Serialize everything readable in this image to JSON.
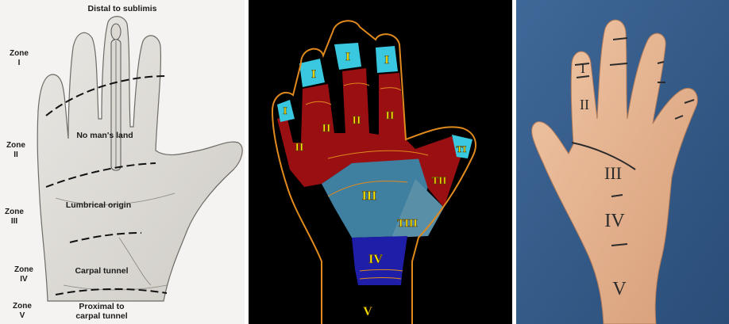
{
  "panel1": {
    "top_label": "Distal to sublimis",
    "zones": [
      {
        "line1": "Zone",
        "line2": "I"
      },
      {
        "line1": "Zone",
        "line2": "II"
      },
      {
        "line1": "Zone",
        "line2": "III"
      },
      {
        "line1": "Zone",
        "line2": "IV"
      },
      {
        "line1": "Zone",
        "line2": "V"
      }
    ],
    "labels": {
      "no_mans_land": "No man's land",
      "lumbrical_origin": "Lumbrical origin",
      "carpal_tunnel": "Carpal tunnel",
      "proximal_1": "Proximal to",
      "proximal_2": "carpal tunnel"
    }
  },
  "panel2": {
    "finger_zone_I": [
      "I",
      "I",
      "I",
      "I"
    ],
    "finger_zone_II": [
      "II",
      "II",
      "II",
      "II"
    ],
    "thumb": [
      "TI",
      "TII",
      "TIII"
    ],
    "palm": [
      "III",
      "IV",
      "V"
    ],
    "colors": {
      "zone1": "#39c8e0",
      "zone2": "#9a0f12",
      "zone3": "#3f7fa0",
      "zone_t3": "#5a8fa8",
      "zone4": "#1e1ea8",
      "outline": "#e08a1e"
    }
  },
  "panel3": {
    "marks": [
      "I",
      "II",
      "III",
      "IV",
      "V"
    ],
    "colors": {
      "drape": "#3a5f8c",
      "skin": "#e3b08c"
    }
  }
}
